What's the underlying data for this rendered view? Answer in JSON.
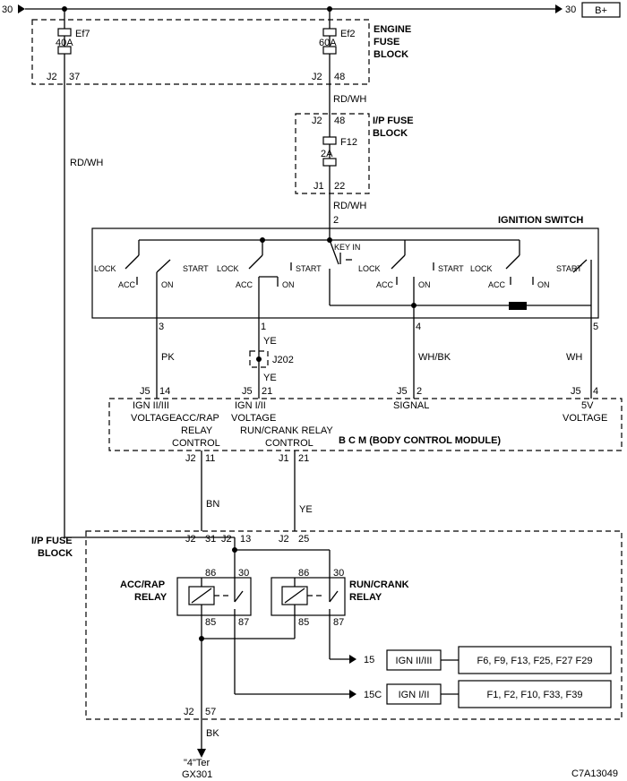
{
  "supply": {
    "circuit_left": "30",
    "circuit_right": "30",
    "terminal": "B+"
  },
  "engine_fuse_block": {
    "label": [
      "ENGINE",
      "FUSE",
      "BLOCK"
    ],
    "fuse_ef7": {
      "name": "Ef7",
      "rating": "40A",
      "conn": "J2",
      "pin": "37"
    },
    "fuse_ef2": {
      "name": "Ef2",
      "rating": "60A",
      "conn": "J2",
      "pin": "48"
    }
  },
  "ip_fuse_block_top": {
    "label": [
      "I/P FUSE",
      "BLOCK"
    ],
    "in_conn": "J2",
    "in_pin": "48",
    "fuse": {
      "name": "F12",
      "rating": "2A"
    },
    "out_conn": "J1",
    "out_pin": "22"
  },
  "wires": {
    "rdwh_1": "RD/WH",
    "rdwh_2": "RD/WH",
    "rdwh_3": "RD/WH",
    "pk": "PK",
    "ye_1": "YE",
    "ye_2": "YE",
    "whbk": "WH/BK",
    "wh": "WH",
    "bn": "BN",
    "ye_3": "YE",
    "bk": "BK"
  },
  "ignition_switch": {
    "title": "IGNITION SWITCH",
    "input_pin": "2",
    "key_in": "KEY IN",
    "lock": "LOCK",
    "acc": "ACC",
    "on": "ON",
    "start": "START",
    "pins": [
      "3",
      "1",
      "4",
      "5"
    ]
  },
  "splice": {
    "name": "J202"
  },
  "bcm": {
    "title": "B C M (BODY CONTROL MODULE)",
    "inputs": [
      {
        "conn": "J5",
        "pin": "14",
        "label": [
          "IGN II/III",
          "VOLTAGE"
        ]
      },
      {
        "conn": "J5",
        "pin": "21",
        "label": [
          "IGN I/II",
          "VOLTAGE"
        ]
      },
      {
        "conn": "J5",
        "pin": "2",
        "label": [
          "SIGNAL"
        ]
      },
      {
        "conn": "J5",
        "pin": "4",
        "label": [
          "5V",
          "VOLTAGE"
        ]
      }
    ],
    "outputs": [
      {
        "conn": "J2",
        "pin": "11",
        "label": [
          "ACC/RAP",
          "RELAY",
          "CONTROL"
        ]
      },
      {
        "conn": "J1",
        "pin": "21",
        "label": [
          "RUN/CRANK RELAY",
          "CONTROL"
        ]
      }
    ]
  },
  "ip_fuse_block_bottom": {
    "label": [
      "I/P FUSE",
      "BLOCK"
    ],
    "pins": [
      {
        "conn": "J2",
        "pin": "31"
      },
      {
        "conn": "J2",
        "pin": "13"
      },
      {
        "conn": "J2",
        "pin": "25"
      }
    ],
    "relay_acc": {
      "label": [
        "ACC/RAP",
        "RELAY"
      ],
      "p86": "86",
      "p30": "30",
      "p85": "85",
      "p87": "87"
    },
    "relay_run": {
      "label": [
        "RUN/CRANK",
        "RELAY"
      ],
      "p86": "86",
      "p30": "30",
      "p85": "85",
      "p87": "87"
    },
    "out_15": {
      "circuit": "15",
      "name": "IGN II/III",
      "fuses": "F6, F9, F13, F25, F27 F29"
    },
    "out_15c": {
      "circuit": "15C",
      "name": "IGN I/II",
      "fuses": "F1, F2, F10, F33, F39"
    },
    "ground_conn": "J2",
    "ground_pin": "57"
  },
  "ground": {
    "terminal": "\"4\"Ter",
    "name": "GX301"
  },
  "figure_id": "C7A13049"
}
